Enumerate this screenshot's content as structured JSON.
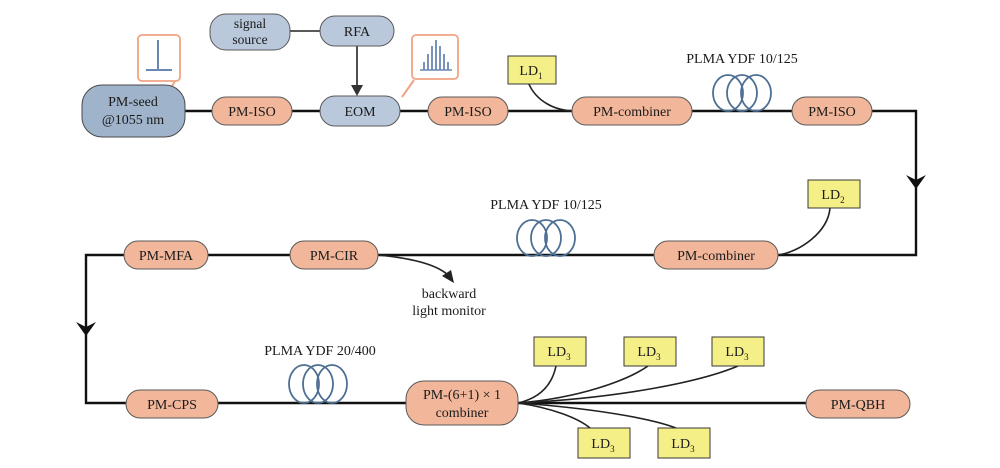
{
  "nodes": {
    "signal_source": [
      "signal",
      "source"
    ],
    "rfa": "RFA",
    "eom": "EOM",
    "pm_seed": [
      "PM-seed",
      "@1055 nm"
    ],
    "pm_iso_1": "PM-ISO",
    "pm_iso_2": "PM-ISO",
    "pm_iso_3": "PM-ISO",
    "pm_combiner_1": "PM-combiner",
    "pm_combiner_2": "PM-combiner",
    "pm_mfa": "PM-MFA",
    "pm_cir": "PM-CIR",
    "pm_cps": "PM-CPS",
    "pm_combiner_61": [
      "PM-(6+1) × 1",
      "combiner"
    ],
    "pm_qbh": "PM-QBH"
  },
  "lds": {
    "ld1": {
      "base": "LD",
      "sub": "1"
    },
    "ld2": {
      "base": "LD",
      "sub": "2"
    },
    "ld3": {
      "base": "LD",
      "sub": "3"
    }
  },
  "fibers": {
    "ydf1": "PLMA YDF 10/125",
    "ydf2": "PLMA YDF 10/125",
    "ydf3": "PLMA YDF 20/400"
  },
  "annotations": {
    "backward_monitor": [
      "backward",
      "light monitor"
    ]
  },
  "colors": {
    "component": "#f2b79a",
    "control": "#b9c8db",
    "seed": "#9fb3cb",
    "pump_ld": "#f4ef86",
    "spectrum_frame": "#f0a484",
    "spectrum_lines": "#6a86b5",
    "coil": "#4d6f93"
  }
}
